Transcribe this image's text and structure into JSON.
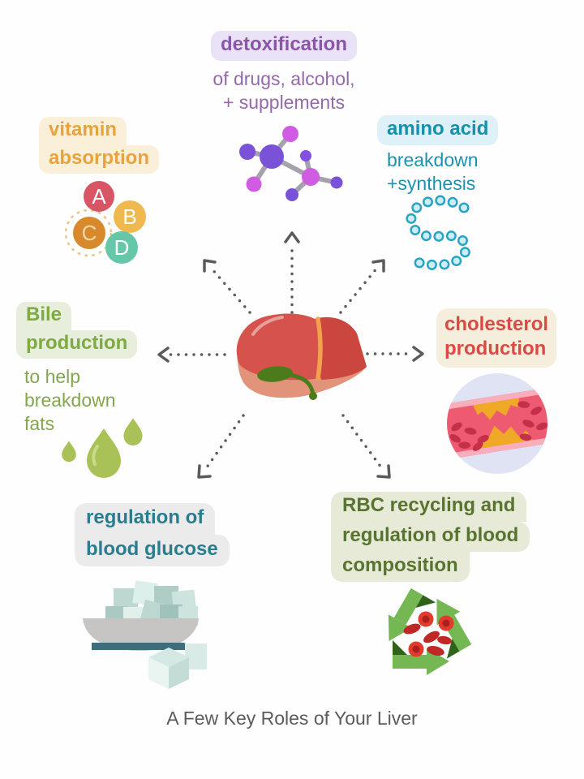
{
  "caption": "A Few Key Roles of Your Liver",
  "center": {
    "icon": "liver-icon"
  },
  "arrow_color": "#5b5b5b",
  "sections": {
    "detoxification": {
      "label": "detoxification",
      "sub_line1": "of drugs, alcohol,",
      "sub_line2": "+ supplements",
      "text_color": "#8a56a8",
      "bg_color": "#eae2f6",
      "icon": "molecule-icon"
    },
    "vitamin_absorption": {
      "label_line1": "vitamin",
      "label_line2": "absorption",
      "text_color": "#e9a33c",
      "bg_color": "#faf0da",
      "icon": "vitamin-circles-icon",
      "vitamin_letters": [
        "A",
        "B",
        "C",
        "D"
      ],
      "letter_circle_colors": [
        "#d85565",
        "#efb94f",
        "#d8892b",
        "#66c6a8"
      ]
    },
    "amino_acid": {
      "label": "amino acid",
      "sub_line1": "breakdown",
      "sub_line2": "+synthesis",
      "text_color": "#1590ad",
      "bg_color": "#def0f8",
      "icon": "amino-chain-icon"
    },
    "bile_production": {
      "label_line1": "Bile",
      "label_line2": "production",
      "sub_line1": "to help",
      "sub_line2": "breakdown",
      "sub_line3": "fats",
      "text_color": "#7ea943",
      "bg_color": "#e7efdc",
      "icon": "bile-drops-icon"
    },
    "cholesterol_production": {
      "label_line1": "cholesterol",
      "label_line2": "production",
      "text_color": "#d84a42",
      "bg_color": "#f6eedd",
      "icon": "artery-icon"
    },
    "blood_glucose": {
      "label_line1": "regulation of",
      "label_line2": "blood glucose",
      "text_color": "#2a7d8f",
      "bg_color": "#ebebeb",
      "icon": "sugar-bowl-icon"
    },
    "rbc_recycling": {
      "label_line1": "RBC recycling and",
      "label_line2": "regulation of blood",
      "label_line3": "composition",
      "text_color": "#587430",
      "bg_color": "#e6ead6",
      "icon": "recycle-rbc-icon"
    }
  }
}
